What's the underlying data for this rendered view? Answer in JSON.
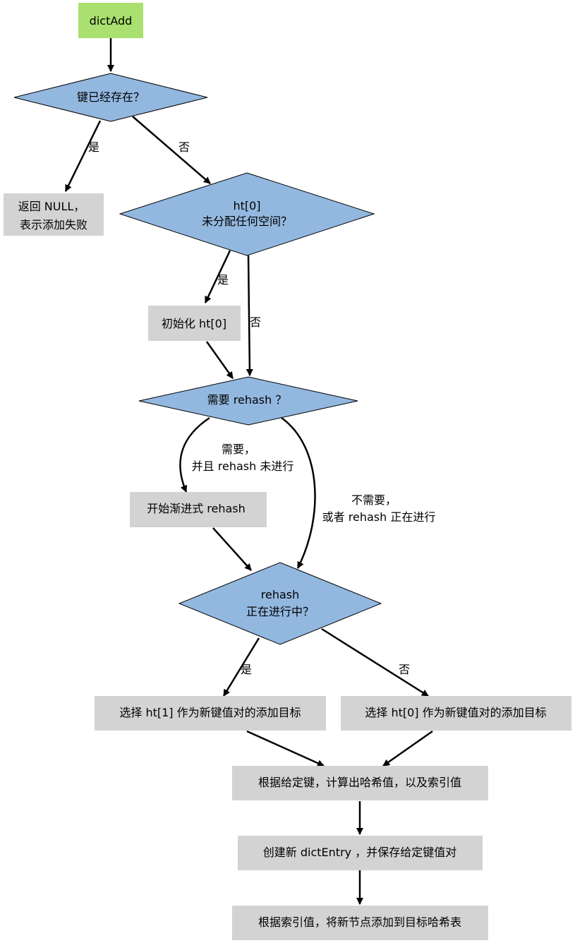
{
  "colors": {
    "start": "#a9e06f",
    "decision": "#93b8e0",
    "process": "#d3d3d3",
    "edge": "#000000"
  },
  "nodes": {
    "start": "dictAdd",
    "q_exists": "键已经存在？",
    "fail": [
      "返回 NULL，",
      "表示添加失败"
    ],
    "q_ht0": [
      "ht[0]",
      "未分配任何空间？"
    ],
    "init": "初始化 ht[0]",
    "q_rehash": "需要 rehash ？",
    "start_rehash": "开始渐进式 rehash",
    "q_running": [
      "rehash",
      "正在进行中？"
    ],
    "pick_ht1": "选择 ht[1] 作为新键值对的添加目标",
    "pick_ht0": "选择 ht[0] 作为新键值对的添加目标",
    "calc": "根据给定键，计算出哈希值，以及索引值",
    "create": "创建新 dictEntry ，并保存给定键值对",
    "add": "根据索引值，将新节点添加到目标哈希表"
  },
  "edges": {
    "exists_yes": "是",
    "exists_no": "否",
    "ht0_yes": "是",
    "ht0_no": "否",
    "rehash_yes": [
      "需要，",
      "并且 rehash 未进行"
    ],
    "rehash_no": [
      "不需要，",
      "或者 rehash 正在进行"
    ],
    "running_yes": "是",
    "running_no": "否"
  }
}
